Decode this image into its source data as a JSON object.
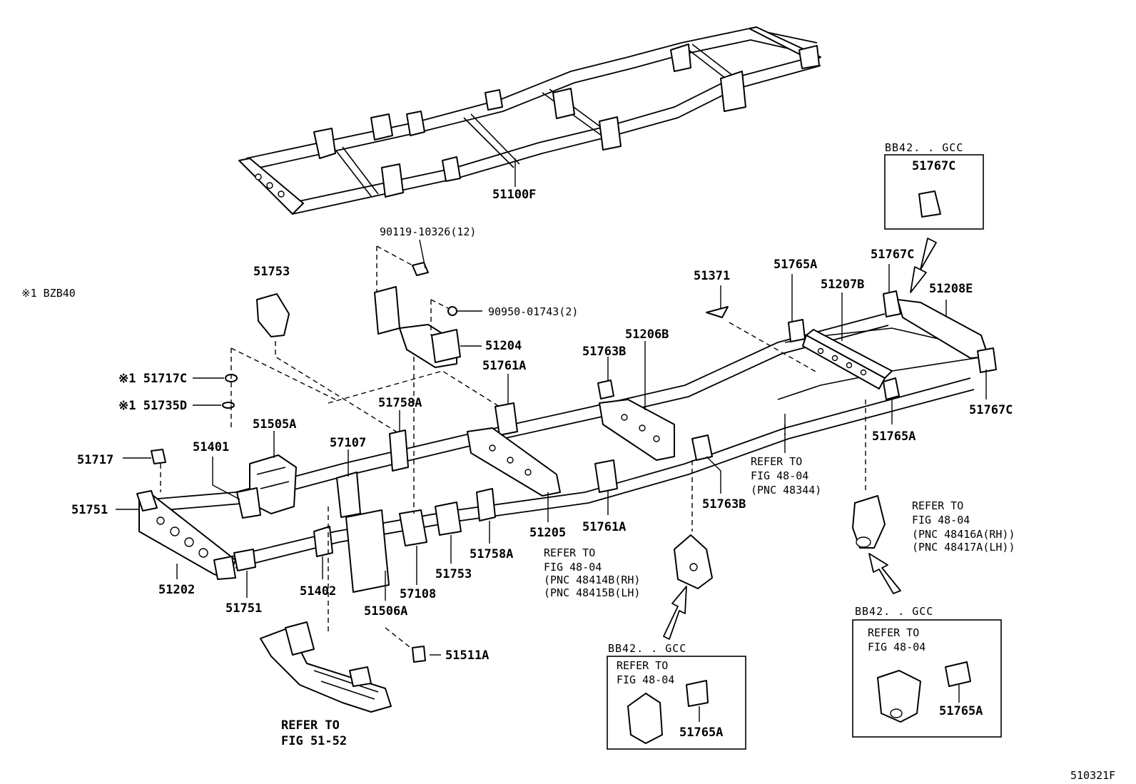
{
  "labels": {
    "frame": "51100F",
    "bolt": "90119-10326(12)",
    "nut": "90950-01743(2)",
    "bracket_51753_top": "51753",
    "note_1bzb40": "※1 BZB40",
    "p51717c": "※1 51717C",
    "p51735d": "※1 51735D",
    "p51505a": "51505A",
    "p51401": "51401",
    "p51717": "51717",
    "p51751_left": "51751",
    "p51202": "51202",
    "p51751_bottom": "51751",
    "p57107": "57107",
    "p51402": "51402",
    "p51506a": "51506A",
    "p57108": "57108",
    "p51753_bottom": "51753",
    "p51758a_top": "51758A",
    "p51758a_bottom": "51758A",
    "p51204": "51204",
    "p51761a_top": "51761A",
    "p51761a_bottom": "51761A",
    "p51205": "51205",
    "p51206b": "51206B",
    "p51763b_top": "51763B",
    "p51763b_bottom": "51763B",
    "p51511a": "51511A",
    "p51371": "51371",
    "p51765a_top": "51765A",
    "p51207b": "51207B",
    "p51767c_top": "51767C",
    "p51208e": "51208E",
    "p51767c_right": "51767C",
    "p51765a_right": "51765A",
    "catalog_code": "510321F"
  },
  "notes": {
    "ref_51_52": [
      "REFER TO",
      "FIG 51-52"
    ],
    "ref_48344": [
      "REFER TO",
      "FIG 48-04",
      "(PNC 48344)"
    ],
    "ref_48414b": [
      "REFER TO",
      "FIG 48-04",
      "(PNC 48414B(RH)",
      "(PNC 48415B(LH)"
    ],
    "ref_48416a": [
      "REFER TO",
      "FIG 48-04",
      "(PNC 48416A(RH))",
      "(PNC 48417A(LH))"
    ]
  },
  "boxes": {
    "box_top": {
      "title": "BB42. . GCC",
      "part": "51767C"
    },
    "box_mid": {
      "title": "BB42. . GCC",
      "ref": [
        "REFER TO",
        "FIG 48-04"
      ],
      "part": "51765A"
    },
    "box_bottom": {
      "title": "BB42. . GCC",
      "ref": [
        "REFER TO",
        "FIG 48-04"
      ],
      "part": "51765A"
    }
  }
}
